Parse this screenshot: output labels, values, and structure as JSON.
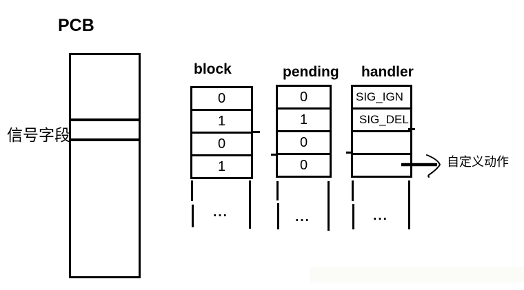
{
  "diagram": {
    "pcb": {
      "title": "PCB",
      "signal_label": "信号字段"
    },
    "columns": [
      {
        "id": "block",
        "title": "block",
        "cells": [
          "0",
          "1",
          "0",
          "1"
        ],
        "ellipsis": "..."
      },
      {
        "id": "pending",
        "title": "pending",
        "cells": [
          "0",
          "1",
          "0",
          "0"
        ],
        "ellipsis": "..."
      },
      {
        "id": "handler",
        "title": "handler",
        "cells": [
          "SIG_IGN",
          "SIG_DEL",
          "",
          ""
        ],
        "ellipsis": "..."
      }
    ],
    "annotation": {
      "arrow_label": "自定义动作"
    },
    "colors": {
      "ink": "#000000",
      "background": "#ffffff",
      "watermark_band": "#fbfbf8"
    }
  }
}
